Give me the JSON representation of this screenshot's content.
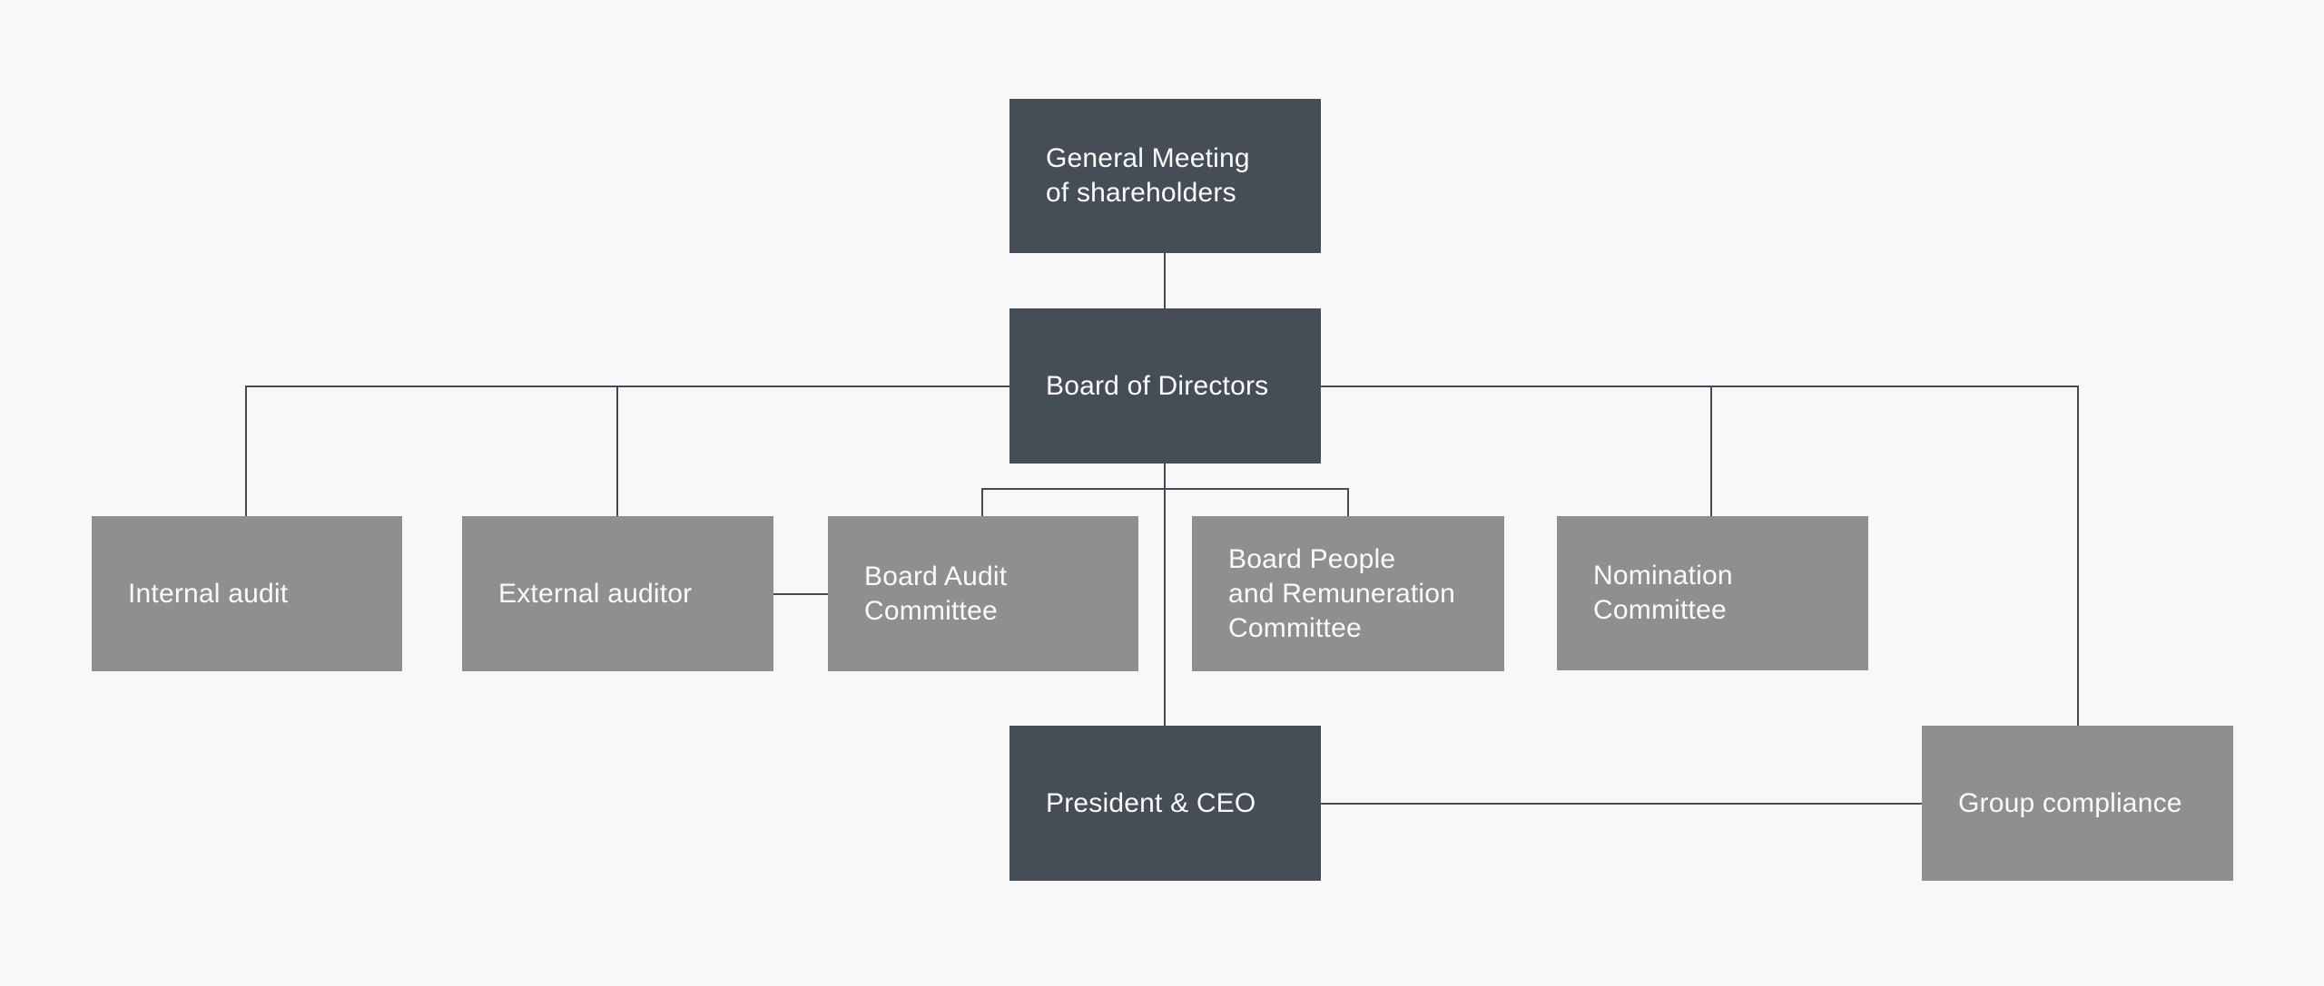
{
  "colors": {
    "background": "#f8f8f8",
    "node_dark": "#454d57",
    "node_gray": "#8f8f8f",
    "line": "#424a53",
    "text": "#fafafa"
  },
  "nodes": {
    "general_meeting": {
      "label": "General Meeting\nof shareholders"
    },
    "board_of_directors": {
      "label": "Board of Directors"
    },
    "internal_audit": {
      "label": "Internal audit"
    },
    "external_auditor": {
      "label": "External auditor"
    },
    "board_audit_committee": {
      "label": "Board Audit\nCommittee"
    },
    "board_people_remuneration_committee": {
      "label": "Board People\nand Remuneration\nCommittee"
    },
    "nomination_committee": {
      "label": "Nomination\nCommittee"
    },
    "president_ceo": {
      "label": "President & CEO"
    },
    "group_compliance": {
      "label": "Group compliance"
    }
  },
  "edges": [
    {
      "from": "general_meeting",
      "to": "board_of_directors"
    },
    {
      "from": "board_of_directors",
      "to": "internal_audit"
    },
    {
      "from": "board_of_directors",
      "to": "external_auditor"
    },
    {
      "from": "board_of_directors",
      "to": "board_audit_committee"
    },
    {
      "from": "board_of_directors",
      "to": "board_people_remuneration_committee"
    },
    {
      "from": "board_of_directors",
      "to": "nomination_committee"
    },
    {
      "from": "board_of_directors",
      "to": "group_compliance"
    },
    {
      "from": "board_of_directors",
      "to": "president_ceo"
    },
    {
      "from": "external_auditor",
      "to": "board_audit_committee"
    },
    {
      "from": "president_ceo",
      "to": "group_compliance"
    }
  ]
}
